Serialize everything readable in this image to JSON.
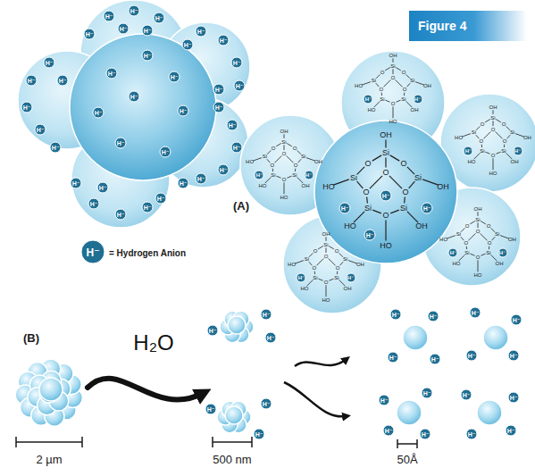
{
  "diagram": {
    "nodes": [
      {
        "text": [
          "Figure 4"
        ]
      }
    ],
    "labels": [
      "(A)",
      "(B)",
      "H₂O",
      "2 µm",
      "500 nm",
      "50Å",
      "H⁻",
      "H⁻",
      "H⁻",
      "H⁻",
      "H⁻",
      "H⁻",
      "H⁻",
      "H⁻",
      "H⁻",
      "H⁻",
      "H⁻",
      "H⁻",
      "H⁻",
      "H⁻",
      "H⁻",
      "H⁻",
      "H⁻",
      "H⁻",
      "H⁻",
      "H⁻",
      "H⁻",
      "H⁻",
      "H⁻",
      "H⁻",
      "H⁻",
      "H⁻",
      "H⁻",
      "H⁻",
      "H⁻",
      "H⁻",
      "H⁻",
      "H⁻",
      "H⁻",
      "H⁻",
      "H⁻",
      "H⁻",
      "H⁻",
      "H⁻",
      "H⁻",
      "OH",
      "Si",
      "O",
      "O",
      "Si",
      "Si",
      "O",
      "HO",
      "OH",
      "O",
      "O",
      "Si",
      "Si",
      "O",
      "HO",
      "OH",
      "HO",
      "H⁻",
      "H⁻",
      "H⁻",
      "H⁻",
      "OH",
      "Si",
      "O",
      "O",
      "Si",
      "Si",
      "O",
      "HO",
      "OH",
      "O",
      "O",
      "Si",
      "Si",
      "O",
      "HO",
      "OH",
      "HO",
      "H⁻",
      "H⁻",
      "OH",
      "Si",
      "O",
      "O",
      "Si",
      "Si",
      "O",
      "HO",
      "OH",
      "O",
      "O",
      "Si",
      "Si",
      "O",
      "HO",
      "OH",
      "HO",
      "H⁻",
      "H⁻",
      "OH",
      "Si",
      "O",
      "O",
      "Si",
      "Si",
      "O",
      "HO",
      "OH",
      "O",
      "O",
      "Si",
      "Si",
      "O",
      "HO",
      "OH",
      "HO",
      "H⁻",
      "H⁻",
      "OH",
      "Si",
      "O",
      "O",
      "Si",
      "Si",
      "O",
      "HO",
      "OH",
      "O",
      "O",
      "Si",
      "Si",
      "O",
      "HO",
      "OH",
      "HO",
      "H⁻",
      "H⁻",
      "OH",
      "Si",
      "O",
      "O",
      "Si",
      "Si",
      "O",
      "HO",
      "OH",
      "O",
      "O",
      "Si",
      "Si",
      "O",
      "HO",
      "OH",
      "HO",
      "H⁻",
      "H⁻",
      "H⁻",
      "H⁻",
      "H⁻",
      "H⁻",
      "H⁻",
      "H⁻",
      "H⁻",
      "H⁻",
      "H⁻",
      "H⁻",
      "H⁻",
      "H⁻",
      "H⁻",
      "H⁻",
      "H⁻",
      "H⁻",
      "H⁻",
      "H⁻",
      "H⁻",
      "H⁻",
      "H⁻",
      "H⁻"
    ],
    "legend": [
      {
        "text": "= Hydrogen Anion"
      }
    ]
  }
}
